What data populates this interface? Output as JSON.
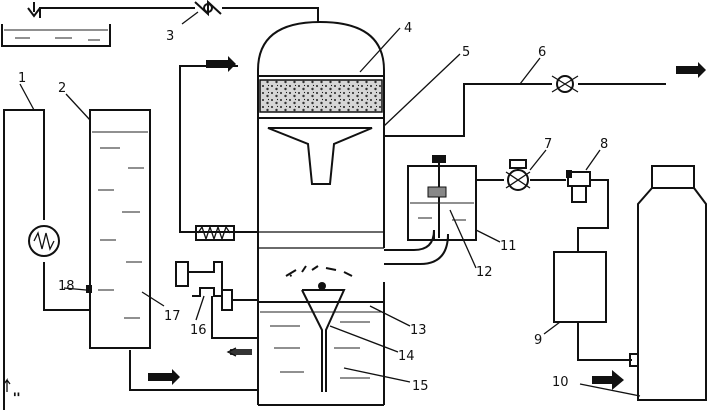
{
  "labels": {
    "n1": "1",
    "n2": "2",
    "n3": "3",
    "n4": "4",
    "n5": "5",
    "n6": "6",
    "n7": "7",
    "n8": "8",
    "n9": "9",
    "n10": "10",
    "n11": "11",
    "n12": "12",
    "n13": "13",
    "n14": "14",
    "n15": "15",
    "n16": "16",
    "n17": "17",
    "n18": "18"
  },
  "colors": {
    "ink": "#111111",
    "paper": "#ffffff",
    "packing": "#cfcfcf"
  }
}
